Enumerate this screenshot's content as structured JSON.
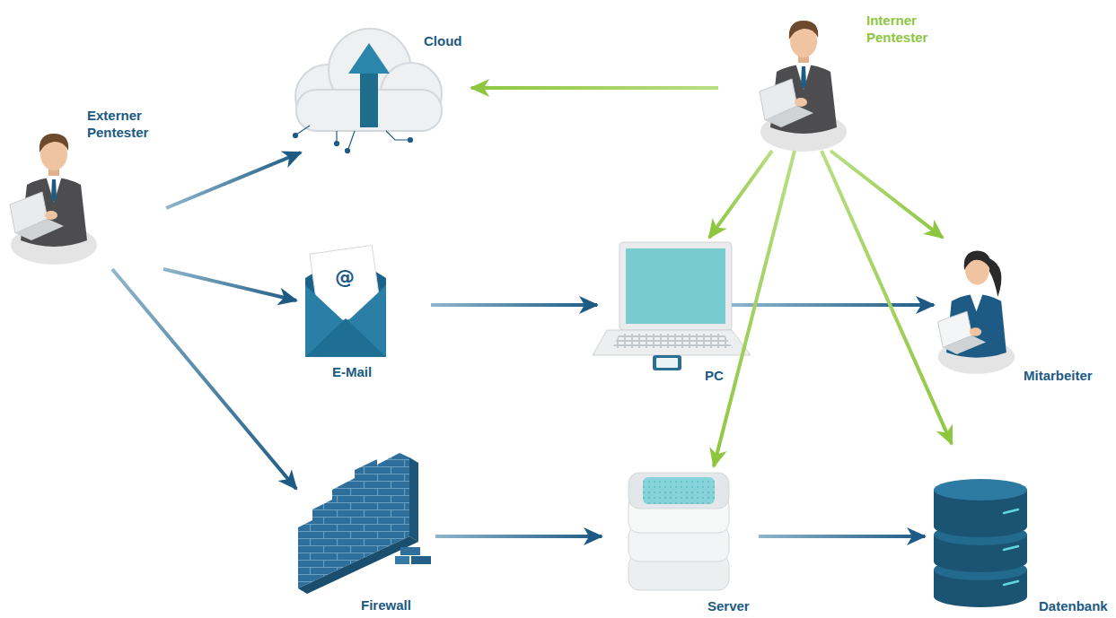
{
  "diagram": {
    "nodes": [
      {
        "text": [
          "Externer Pentester"
        ]
      },
      {
        "text": [
          "Cloud"
        ]
      },
      {
        "text": [
          "Interner Pentester"
        ]
      },
      {
        "text": [
          "E-Mail"
        ]
      },
      {
        "text": [
          "PC"
        ]
      },
      {
        "text": [
          "Mitarbeiter"
        ]
      },
      {
        "text": [
          "Firewall"
        ]
      },
      {
        "text": [
          "Server"
        ]
      },
      {
        "text": [
          "Datenbank"
        ]
      }
    ],
    "edges": [
      {
        "from": 0,
        "to": 1,
        "arrow": "to"
      },
      {
        "from": 0,
        "to": 3,
        "arrow": "to"
      },
      {
        "from": 0,
        "to": 6,
        "arrow": "to"
      },
      {
        "from": 3,
        "to": 4,
        "arrow": "to"
      },
      {
        "from": 4,
        "to": 5,
        "arrow": "to"
      },
      {
        "from": 6,
        "to": 7,
        "arrow": "to"
      },
      {
        "from": 7,
        "to": 8,
        "arrow": "to"
      },
      {
        "from": 2,
        "to": 1,
        "arrow": "to"
      },
      {
        "from": 2,
        "to": 4,
        "arrow": "to"
      },
      {
        "from": 2,
        "to": 7,
        "arrow": "to"
      },
      {
        "from": 2,
        "to": 5,
        "arrow": "to"
      },
      {
        "from": 2,
        "to": 8,
        "arrow": "to"
      }
    ],
    "labels": [
      "@"
    ]
  }
}
